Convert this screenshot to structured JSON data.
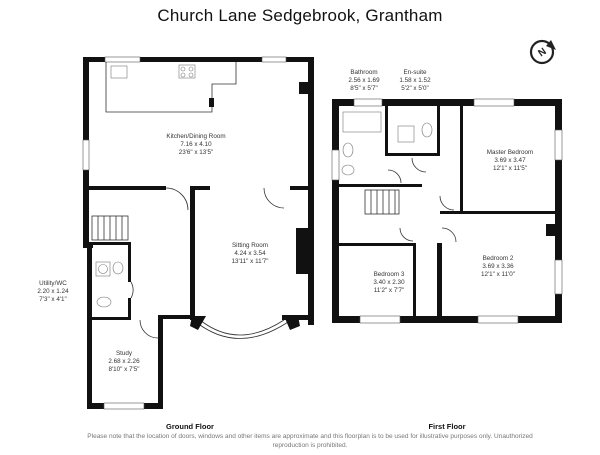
{
  "title": "Church Lane Sedgebrook, Grantham",
  "compass_icon": "north-compass-icon",
  "floors": {
    "ground": "Ground Floor",
    "first": "First Floor"
  },
  "rooms": {
    "kitchen": {
      "name": "Kitchen/Dining Room",
      "metric": "7.16 x 4.10",
      "imperial": "23'6\" x 13'5\""
    },
    "sitting": {
      "name": "Sitting Room",
      "metric": "4.24 x 3.54",
      "imperial": "13'11\" x 11'7\""
    },
    "utility": {
      "name": "Utility/WC",
      "metric": "2.20 x 1.24",
      "imperial": "7'3\" x 4'1\""
    },
    "study": {
      "name": "Study",
      "metric": "2.68 x 2.26",
      "imperial": "8'10\" x 7'5\""
    },
    "bathroom": {
      "name": "Bathroom",
      "metric": "2.56 x 1.69",
      "imperial": "8'5\" x 5'7\""
    },
    "ensuite": {
      "name": "En-suite",
      "metric": "1.58 x 1.52",
      "imperial": "5'2\" x 5'0\""
    },
    "master": {
      "name": "Master Bedroom",
      "metric": "3.69 x 3.47",
      "imperial": "12'1\" x 11'5\""
    },
    "bedroom2": {
      "name": "Bedroom 2",
      "metric": "3.69 x 3.36",
      "imperial": "12'1\" x 11'0\""
    },
    "bedroom3": {
      "name": "Bedroom 3",
      "metric": "3.40 x 2.30",
      "imperial": "11'2\" x 7'7\""
    }
  },
  "disclaimer": "Please note that the location of doors, windows and other items are approximate and this floorplan is to be used for illustrative purposes only. Unauthorized reproduction is prohibited."
}
